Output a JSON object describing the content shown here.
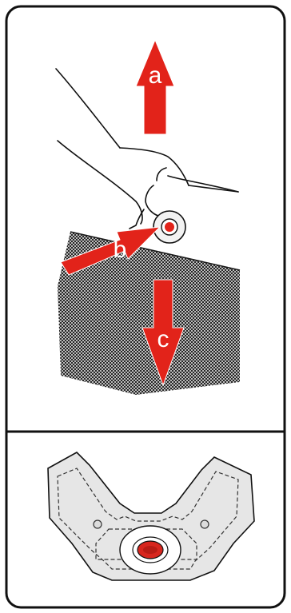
{
  "labels": {
    "a": "a",
    "b": "b",
    "c": "c"
  },
  "colors": {
    "frame": "#111111",
    "arrow": "#e2231a",
    "panel_fill": "#e6e6e6",
    "button_red": "#d7261e"
  },
  "icons": [
    "hand-icon",
    "release-button-icon",
    "pull-up-arrow-icon",
    "press-arrow-icon",
    "pull-down-arrow-icon",
    "cover-top-view-icon"
  ]
}
